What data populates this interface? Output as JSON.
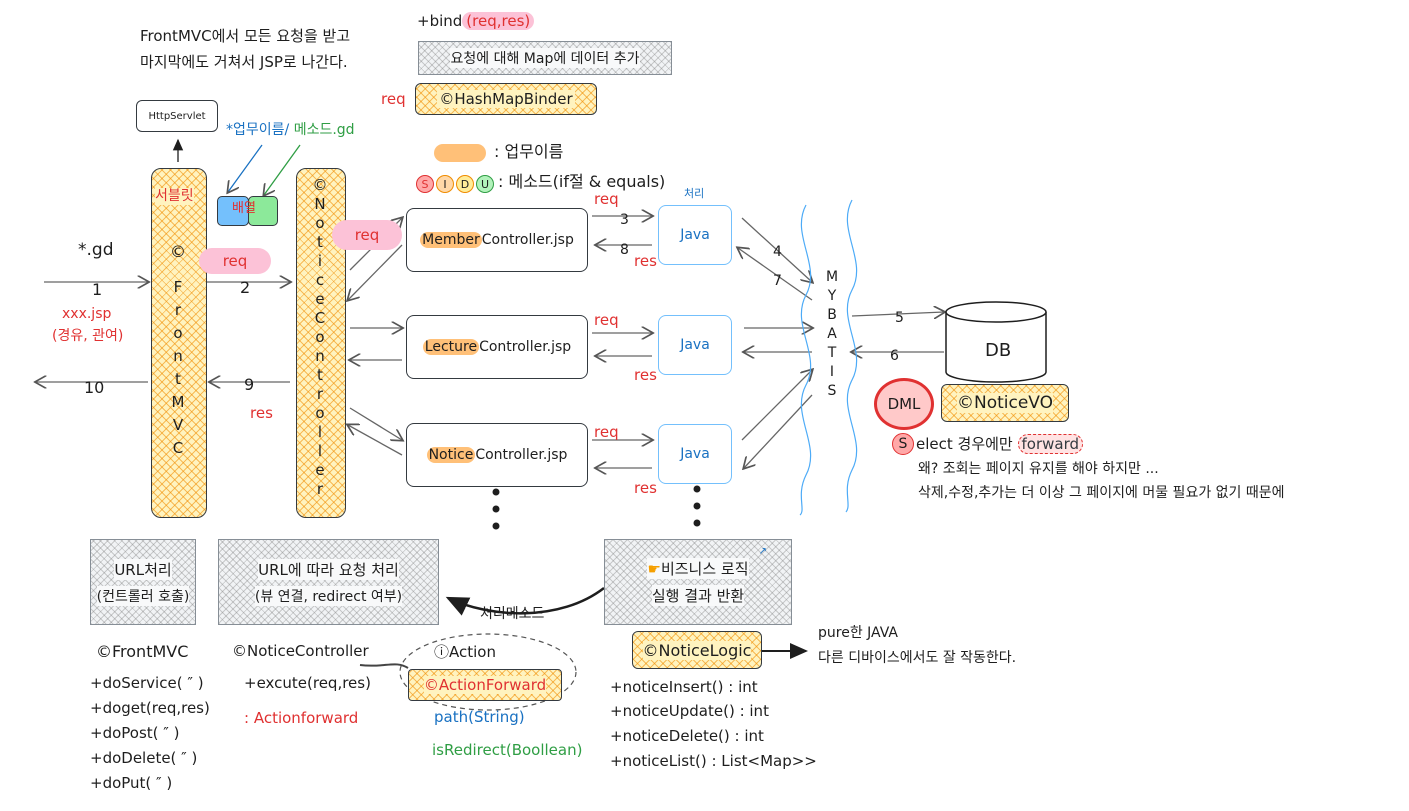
{
  "top_note": {
    "line1": "FrontMVC에서 모든 요청을 받고",
    "line2": "마지막에도 거쳐서 JSP로 나간다."
  },
  "bind_label": {
    "prefix": "+bind",
    "args": "(req,res)"
  },
  "map_note": "요청에 대해 Map에 데이터 추가",
  "hashmap_req": "req",
  "hashmap_binder": "©HashMapBinder",
  "http_servlet": "HttpServlet",
  "naming_note": {
    "part1": "*업무이름/ ",
    "part2": "메소드.gd"
  },
  "color_box_label": "배열",
  "legend": {
    "orange_desc": ": 업무이름",
    "sidu": [
      "S",
      "I",
      "D",
      "U"
    ],
    "sidu_desc": ": 메소드(if절 & equals)"
  },
  "front_mvc": {
    "top_label": "서블릿",
    "copyright": "©",
    "letters": [
      "F",
      "r",
      "o",
      "n",
      "t",
      "M",
      "V",
      "C"
    ]
  },
  "notice_controller": {
    "letters": [
      "©",
      "N",
      "o",
      "t",
      "i",
      "c",
      "e",
      "C",
      "o",
      "n",
      "t",
      "r",
      "o",
      "l",
      "l",
      "e",
      "r"
    ]
  },
  "left_flow": {
    "gd": "*.gd",
    "n1": "1",
    "xxx_jsp": "xxx.jsp",
    "via": "(경유, 관여)",
    "n10": "10",
    "n9": "9",
    "res": "res",
    "req": "req",
    "n2": "2"
  },
  "req_bubble": "req",
  "controllers": [
    {
      "prefix": "Member",
      "suffix": "Controller.jsp"
    },
    {
      "prefix": "Lecture",
      "suffix": "Controller.jsp"
    },
    {
      "prefix": "Notice",
      "suffix": "Controller.jsp"
    }
  ],
  "java_label": "Java",
  "process_label": "처리",
  "flow_req": "req",
  "flow_res": "res",
  "flow_numbers": {
    "n3": "3",
    "n8": "8",
    "n4": "4",
    "n7": "7",
    "n5": "5",
    "n6": "6"
  },
  "mybatis_letters": [
    "M",
    "Y",
    "B",
    "A",
    "T",
    "I",
    "S"
  ],
  "db_label": "DB",
  "dml_label": "DML",
  "notice_vo": "©NoticeVO",
  "select_note": {
    "s": "S",
    "text1": "elect 경우에만 ",
    "forward": "forward",
    "line2": "왜? 조회는 페이지 유지를 해야 하지만 ...",
    "line3": "삭제,수정,추가는 더 이상 그 페이지에 머물 필요가 없기 때문에"
  },
  "url_box": {
    "line1": "URL처리",
    "line2": "(컨트롤러 호출)"
  },
  "url_req_box": {
    "line1": "URL에 따라 요청 처리",
    "line2": "(뷰 연결, redirect 여부)"
  },
  "biz_box": {
    "line1": "비즈니스 로직",
    "line2": "실행 결과 반환"
  },
  "process_method": "처리메소드",
  "front_mvc_class": {
    "name": "©FrontMVC",
    "methods": [
      "+doService( ″ )",
      "+doget(req,res)",
      "+doPost( ″ )",
      "+doDelete( ″ )",
      "+doPut( ″ )"
    ]
  },
  "notice_controller_class": {
    "name": "©NoticeController",
    "method": "+excute(req,res)",
    "return_type": ": Actionforward"
  },
  "action": {
    "name": "ⓘAction",
    "forward": "©ActionForward",
    "path": "path(String)",
    "redirect": "isRedirect(Boollean)"
  },
  "notice_logic": {
    "name": "©NoticeLogic",
    "methods": [
      "+noticeInsert() : int",
      "+noticeUpdate() : int",
      "+noticeDelete() : int",
      "+noticeList() : List<Map>>"
    ]
  },
  "pure_java": {
    "line1": "pure한 JAVA",
    "line2": "다른 디바이스에서도 잘 작동한다."
  },
  "colors": {
    "accent_red": "#e03131",
    "accent_blue": "#1971c2",
    "accent_green": "#2f9e44",
    "hatch": "#fff3bf",
    "orange": "#ffc078",
    "pink": "#fcc2d7"
  }
}
